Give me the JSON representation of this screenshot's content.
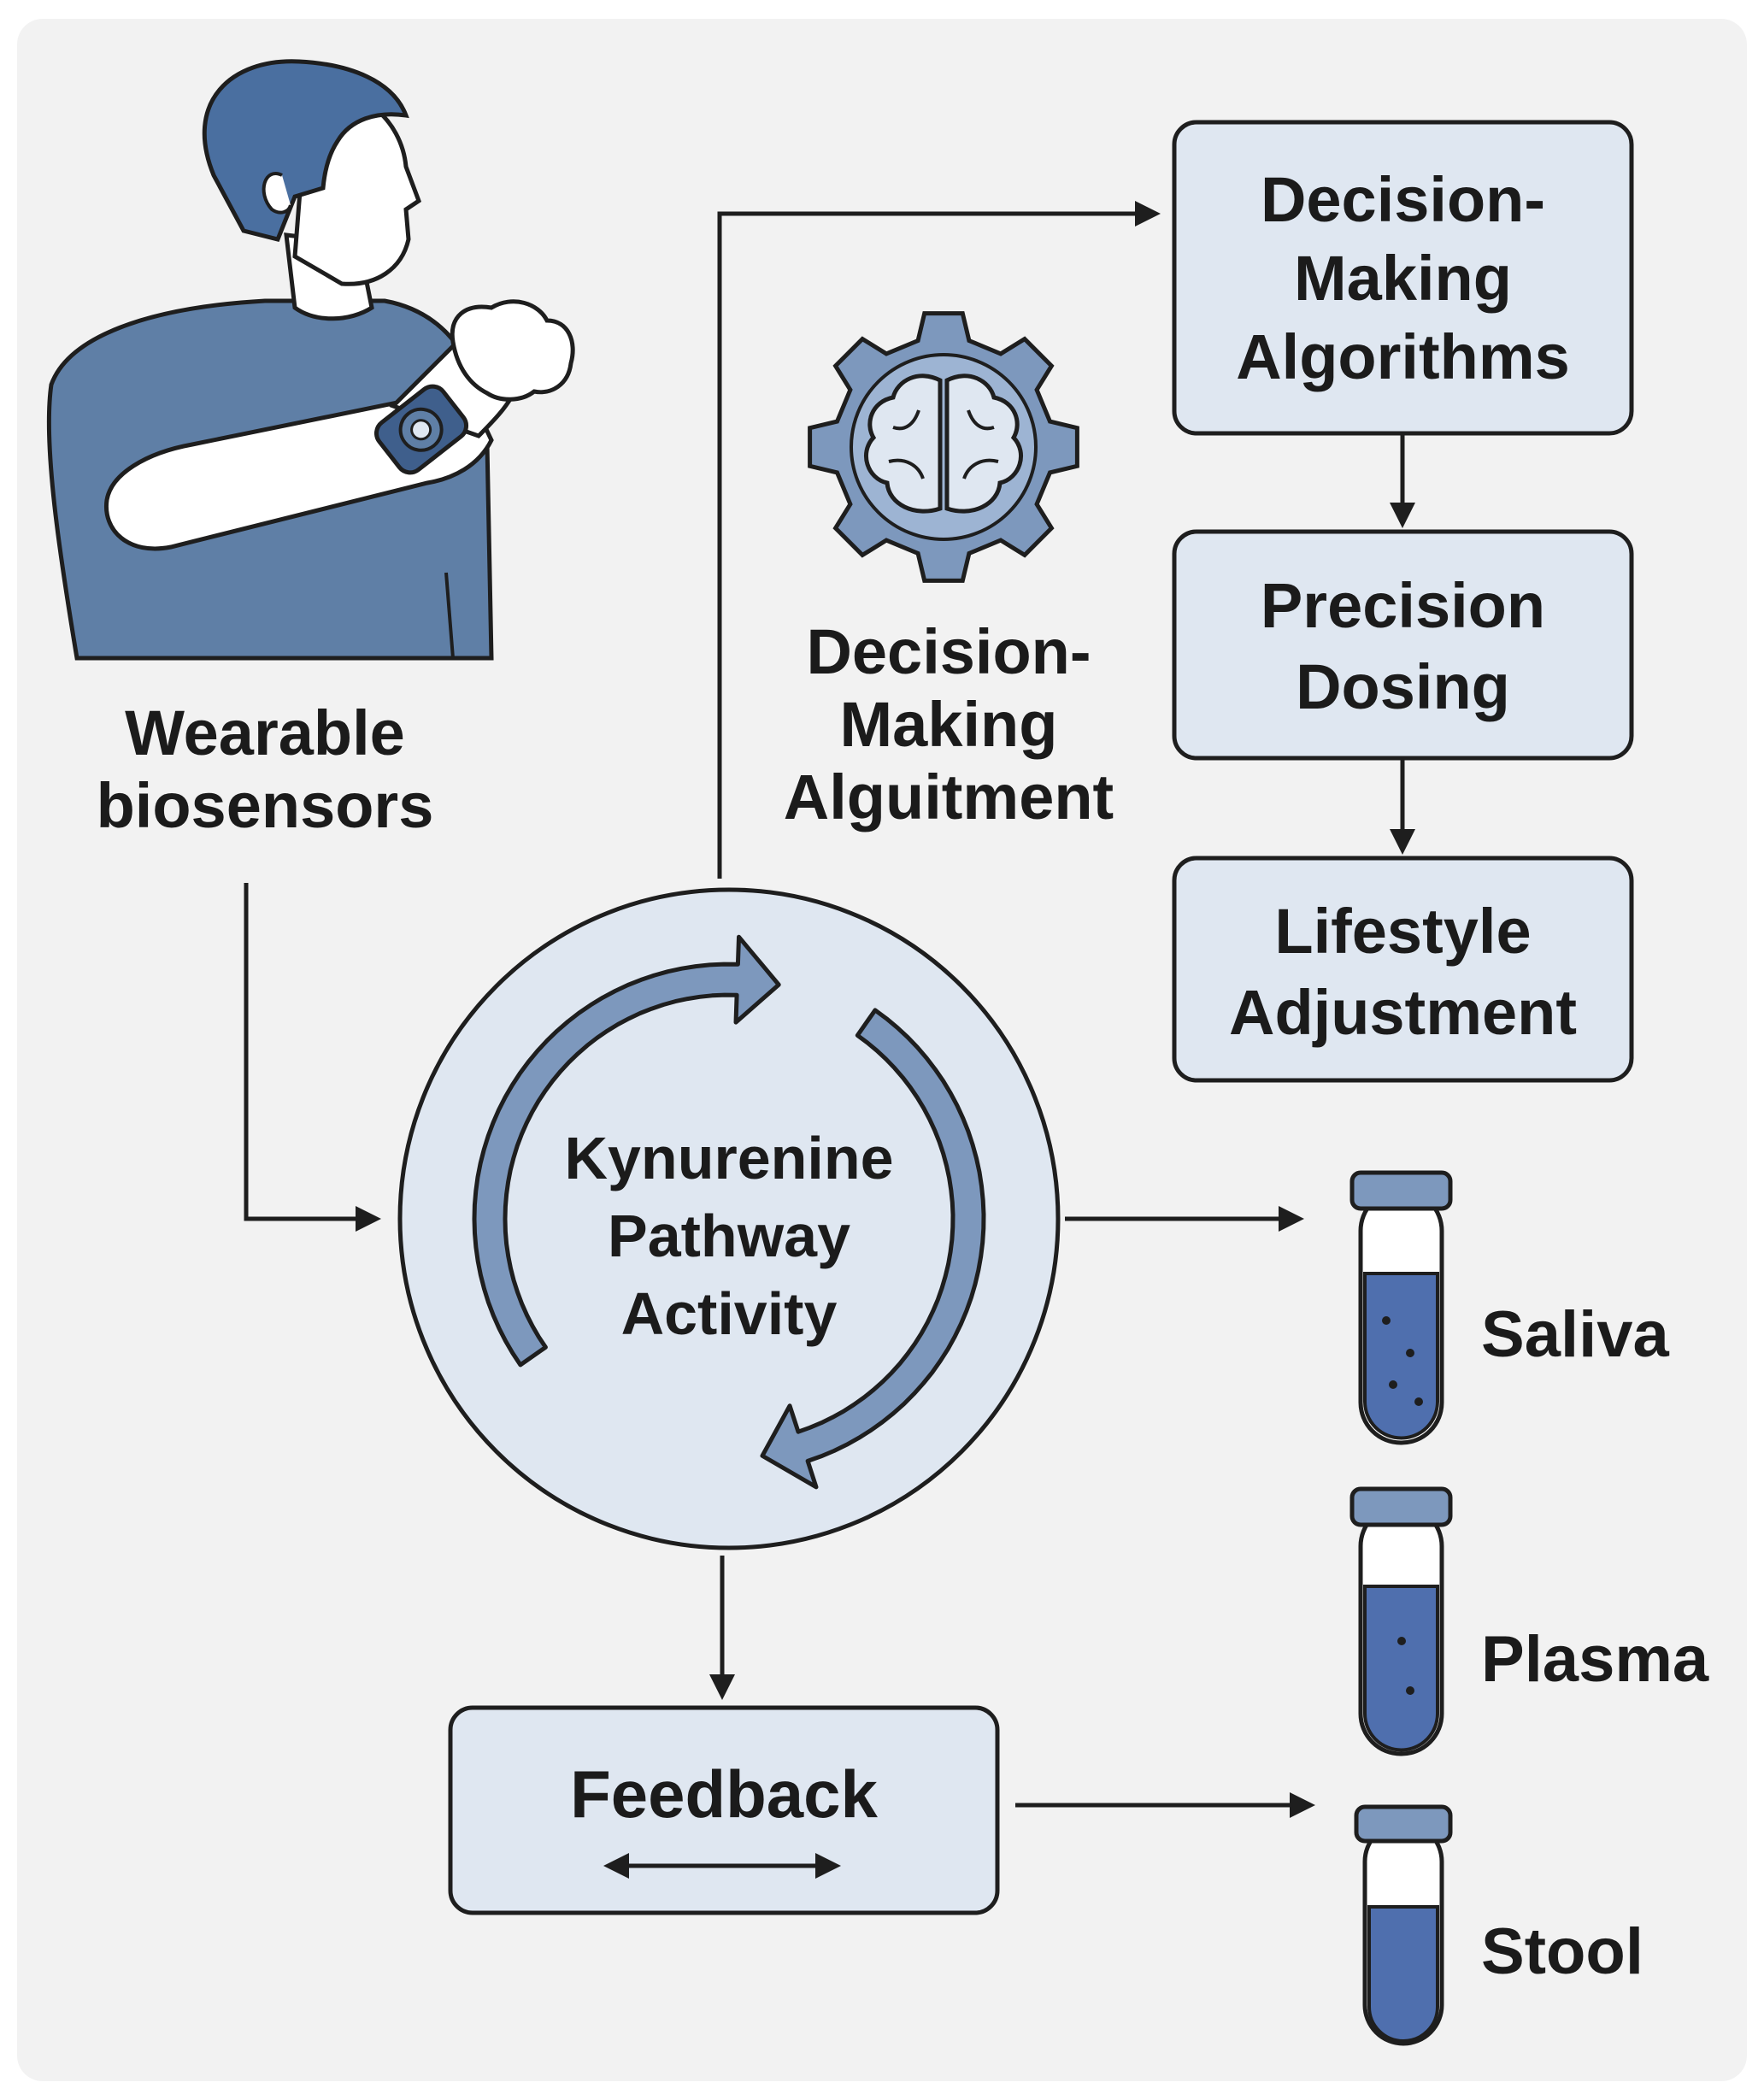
{
  "colors": {
    "background": "#f2f2f2",
    "box_fill": "#dfe7f1",
    "accent": "#5f7fa6",
    "dark_blue": "#4a6fa0",
    "liquid": "#4f6fae",
    "outline": "#1e1e1e"
  },
  "sensor": {
    "icon": "person-with-smartwatch-icon",
    "line1": "Wearable",
    "line2": "biosensors"
  },
  "brain_gear": {
    "icon": "brain-gear-icon",
    "line1": "Decision-",
    "line2": "Making",
    "line3": "Alguitment"
  },
  "steps": [
    {
      "line1": "Decision-",
      "line2": "Making",
      "line3": "Algorithms"
    },
    {
      "line1": "Precision",
      "line2": "Dosing"
    },
    {
      "line1": "Lifestyle",
      "line2": "Adjustment"
    }
  ],
  "pathway": {
    "icon": "cycle-arrows-icon",
    "line1": "Kynurenine",
    "line2": "Pathway",
    "line3": "Activity"
  },
  "feedback": {
    "label": "Feedback",
    "icon": "double-arrow-icon"
  },
  "samples": [
    {
      "label": "Saliva",
      "icon": "test-tube-icon"
    },
    {
      "label": "Plasma",
      "icon": "test-tube-icon"
    },
    {
      "label": "Stool",
      "icon": "test-tube-icon"
    }
  ]
}
